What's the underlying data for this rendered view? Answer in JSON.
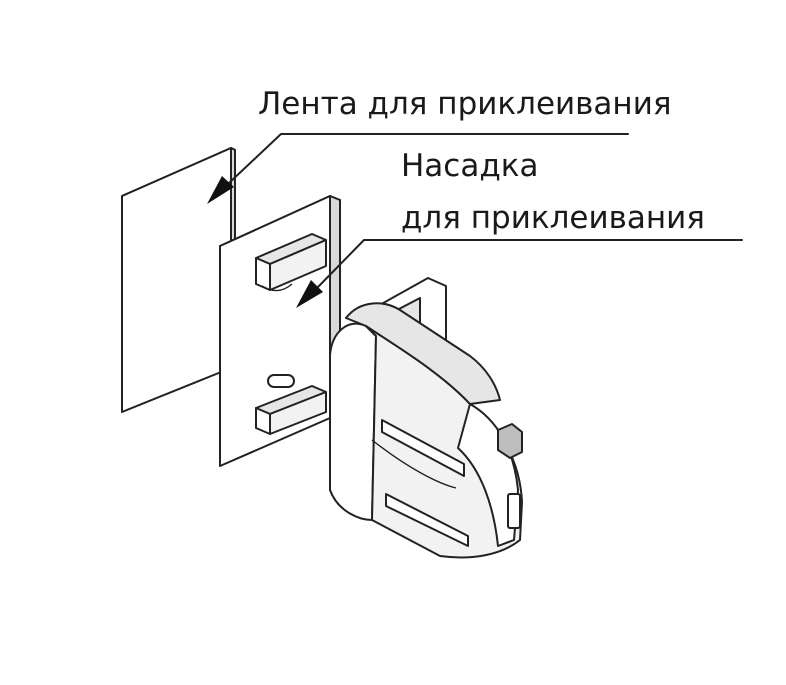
{
  "labels": {
    "tape": "Лента для приклеивания",
    "adapter_line1": "Насадка",
    "adapter_line2": "для приклеивания"
  }
}
